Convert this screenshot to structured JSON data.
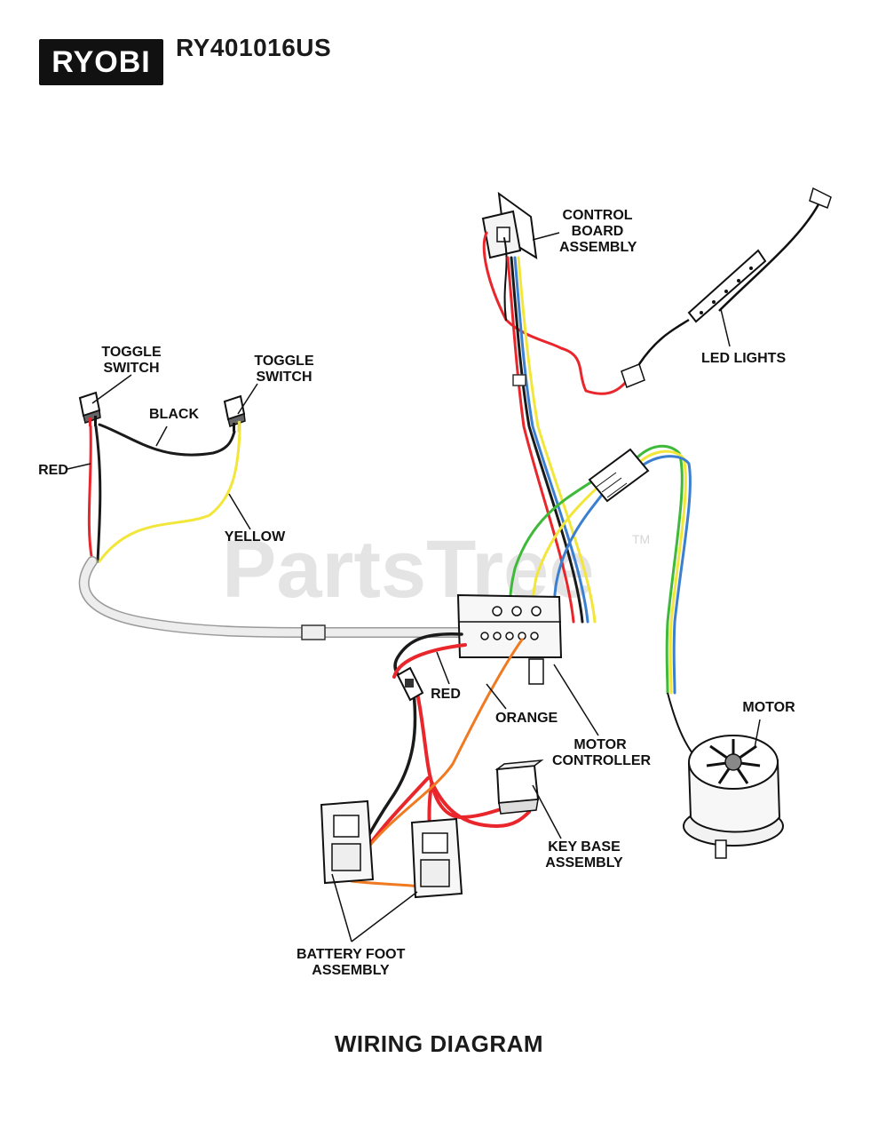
{
  "header": {
    "brand": "RYOBI",
    "model": "RY401016US"
  },
  "labels": {
    "control_board": "CONTROL\nBOARD\nASSEMBLY",
    "led_lights": "LED LIGHTS",
    "toggle_switch_left": "TOGGLE\nSWITCH",
    "toggle_switch_right": "TOGGLE\nSWITCH",
    "black": "BLACK",
    "red_left": "RED",
    "yellow": "YELLOW",
    "red_center": "RED",
    "orange": "ORANGE",
    "motor_controller": "MOTOR\nCONTROLLER",
    "motor": "MOTOR",
    "key_base": "KEY BASE\nASSEMBLY",
    "battery_foot": "BATTERY FOOT\nASSEMBLY"
  },
  "watermark": {
    "text": "PartsTree",
    "tm": "TM"
  },
  "footer": {
    "title": "WIRING DIAGRAM"
  },
  "colors": {
    "red": "#e8262b",
    "black": "#1a1a1a",
    "yellow": "#f2e63a",
    "green": "#3fb93a",
    "blue": "#3a7fd0",
    "orange": "#f07a22",
    "gray": "#d8d8d8"
  }
}
